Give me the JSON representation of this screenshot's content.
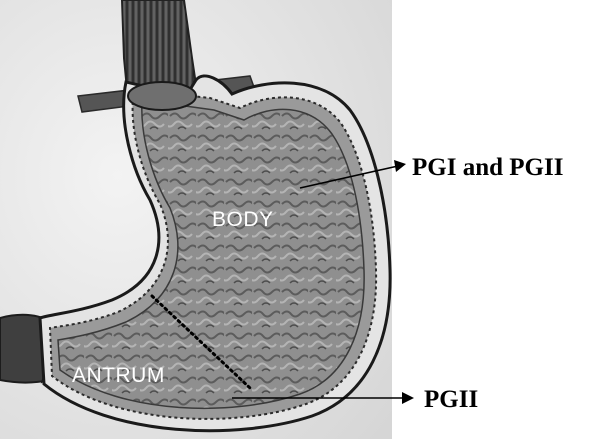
{
  "figure": {
    "regions": {
      "body": "BODY",
      "antrum": "ANTRUM"
    },
    "callouts": {
      "body_enzymes": "PGI and PGII",
      "antrum_enzymes": "PGII"
    }
  }
}
